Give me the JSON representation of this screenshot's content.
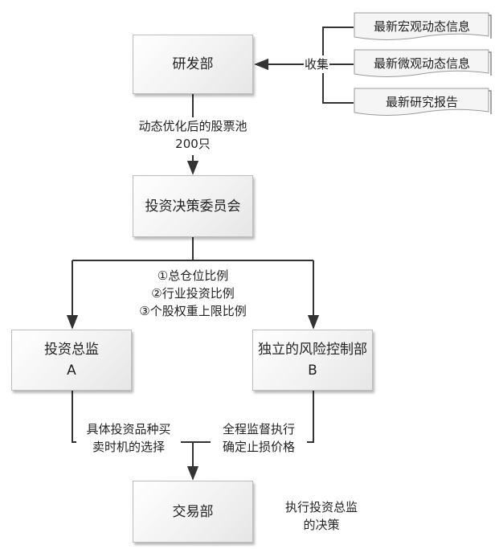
{
  "boxes": {
    "rd": "研发部",
    "committee": "投资决策委员会",
    "director_line1": "投资总监",
    "director_line2": "A",
    "risk_line1": "独立的风险控制部",
    "risk_line2": "B",
    "trading": "交易部"
  },
  "sources": [
    "最新宏观动态信息",
    "最新微观动态信息",
    "最新研究报告"
  ],
  "labels": {
    "collect": "收集",
    "pool_line1": "动态优化后的股票池",
    "pool_line2": "200只",
    "ratio1": "①总仓位比例",
    "ratio2": "②行业投资比例",
    "ratio3": "③个股权重上限比例",
    "director_left_line1": "具体投资品种买",
    "director_left_line2": "卖时机的选择",
    "risk_right_line1": "全程监督执行",
    "risk_right_line2": "确定止损价格",
    "trading_note_line1": "执行投资总监",
    "trading_note_line2": "的决策"
  },
  "colors": {
    "line": "#333333",
    "box_border": "#bdbdbd"
  }
}
